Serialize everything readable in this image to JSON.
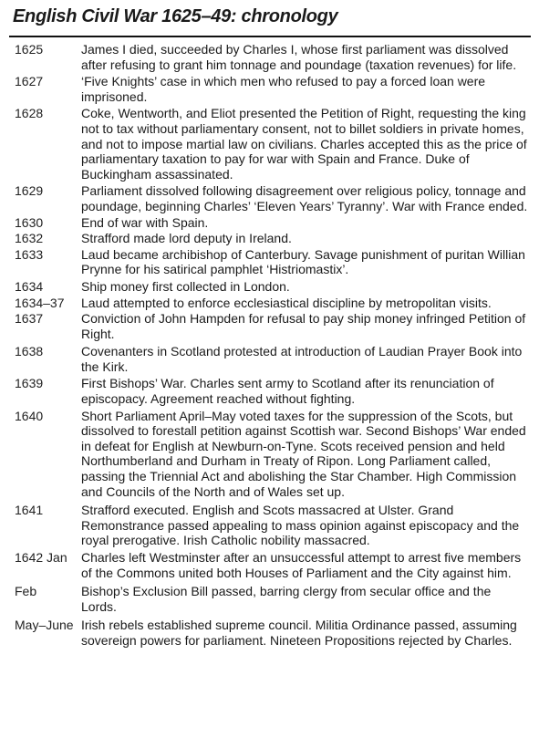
{
  "title": "English Civil War 1625–49: chronology",
  "entries": [
    {
      "date": "1625",
      "text": "James I died, succeeded by Charles I, whose first parliament was dissolved after refusing to grant him tonnage and poundage (taxation revenues) for life."
    },
    {
      "date": "1627",
      "text": "‘Five Knights’ case in which men who refused to pay a forced loan were imprisoned."
    },
    {
      "date": "1628",
      "text": "Coke, Wentworth, and Eliot presented the Petition of Right, requesting the king not to tax without parliamentary consent, not to billet soldiers in private homes, and not to impose martial law on civilians. Charles accepted this as the price of parliamentary taxation to pay for war with Spain and France. Duke of Buckingham assassinated."
    },
    {
      "date": "1629",
      "text": "Parliament dissolved following disagreement over religious policy, tonnage and poundage, beginning Charles’ ‘Eleven Years’ Tyranny’. War with France ended."
    },
    {
      "date": "1630",
      "text": "End of war with Spain."
    },
    {
      "date": "1632",
      "text": "Strafford made lord deputy in Ireland."
    },
    {
      "date": "1633",
      "text": "Laud became archibishop of Canterbury. Savage punishment of puritan Willian Prynne for his satirical pamphlet ‘Histriomastix’."
    },
    {
      "date": "1634",
      "text": "Ship money first collected in London."
    },
    {
      "date": "1634–37",
      "text": "Laud attempted to enforce ecclesiastical discipline by metropolitan visits."
    },
    {
      "date": "1637",
      "text": "Conviction of John Hampden for refusal to pay ship money infringed Petition of Right."
    },
    {
      "date": "1638",
      "text": "Covenanters in Scotland protested at introduction of Laudian Prayer Book into the Kirk."
    },
    {
      "date": "1639",
      "text": "First Bishops’ War. Charles sent army to Scotland after its renunciation of episcopacy. Agreement reached without fighting."
    },
    {
      "date": "1640",
      "text": "Short Parliament April–May voted taxes for the suppression of the Scots, but dissolved to forestall petition against Scottish war. Second Bishops’ War ended in defeat for English at Newburn-on-Tyne. Scots received pension and held Northumberland and Durham in Treaty of Ripon. Long Parliament called, passing the Triennial Act and abolishing the Star Chamber. High Commission and Councils of the North and of Wales set up."
    },
    {
      "date": "1641",
      "text": "Strafford executed. English and Scots massacred at Ulster. Grand Remonstrance passed appealing to mass opinion against episcopacy and the royal prerogative. Irish Catholic nobility massacred."
    },
    {
      "date": "1642 Jan",
      "text": "Charles left Westminster after an unsuccessful attempt to arrest five members of the Commons united both Houses of Parliament and the City against him."
    },
    {
      "date": "Feb",
      "text": "Bishop’s Exclusion Bill passed, barring clergy from secular office and the Lords."
    },
    {
      "date": "May–June",
      "text": "Irish rebels established supreme council. Militia Ordinance passed, assuming sovereign powers for parliament. Nineteen Propositions rejected by Charles."
    }
  ]
}
